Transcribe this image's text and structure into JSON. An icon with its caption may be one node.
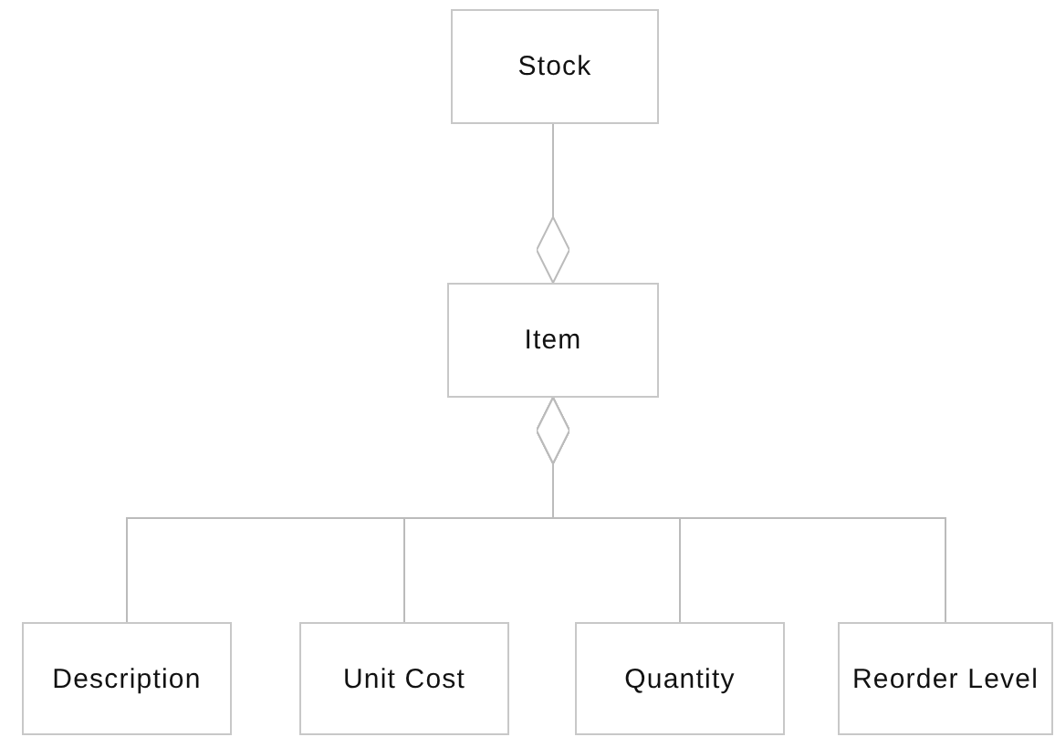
{
  "diagram": {
    "nodes": [
      {
        "text": [
          "Stock"
        ]
      },
      {
        "text": [
          "Item"
        ]
      },
      {
        "text": [
          "Description"
        ]
      },
      {
        "text": [
          "Unit Cost"
        ]
      },
      {
        "text": [
          "Quantity"
        ]
      },
      {
        "text": [
          "Reorder Level"
        ]
      }
    ],
    "edges": [
      {
        "from": 1,
        "to": 0,
        "arrow": "other"
      },
      {
        "from": 1,
        "to": 2,
        "arrow": "other"
      },
      {
        "from": 1,
        "to": 3,
        "arrow": "other"
      },
      {
        "from": 1,
        "to": 4,
        "arrow": "other"
      },
      {
        "from": 1,
        "to": 5,
        "arrow": "other"
      }
    ]
  }
}
